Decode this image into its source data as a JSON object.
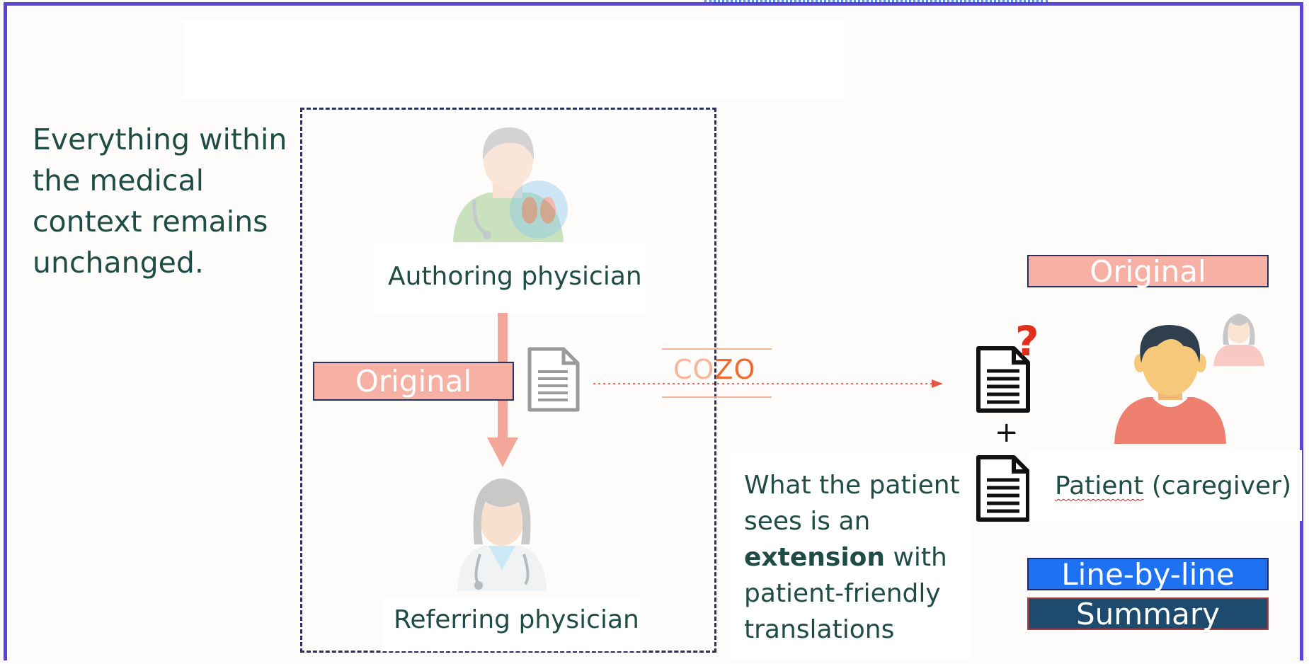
{
  "intro_text": "Everything within the medical context remains unchanged.",
  "authoring_label": "Authoring physician",
  "referring_label": "Referring physician",
  "original_tag": "Original",
  "cozo": {
    "part1": "CO",
    "part2": "ZO"
  },
  "plus_sign": "+",
  "question_mark": "?",
  "extension_text": {
    "before": "What the patient sees is an ",
    "bold": "extension",
    "after": " with patient-friendly translations"
  },
  "patient_label": {
    "word": "Patient",
    "rest": " (caregiver)"
  },
  "line_by_line_tag": "Line-by-line",
  "summary_tag": "Summary",
  "icons": [
    "male-doctor-icon",
    "kidney-icon",
    "female-doctor-icon",
    "document-icon",
    "patient-icon",
    "caregiver-icon"
  ],
  "colors": {
    "frame": "#5b45d8",
    "text": "#1f4d46",
    "original": "#f6b1a4",
    "line_by_line": "#1e72f2",
    "summary": "#1e4a6e",
    "arrow": "#f3a79b",
    "cozo": "#ef6a2c",
    "question": "#e0301c"
  }
}
